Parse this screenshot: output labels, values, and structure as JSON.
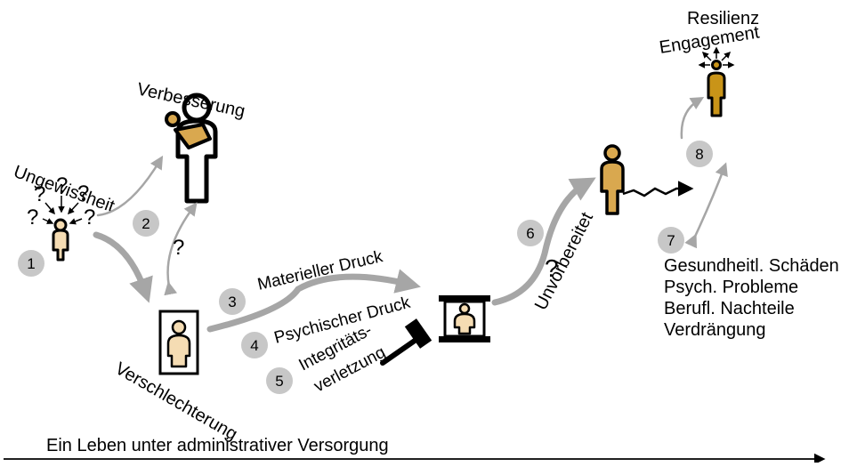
{
  "labels": {
    "ungewissheit": "Ungewissheit",
    "verbesserung": "Verbesserung",
    "verschlechterung": "Verschlechterung",
    "materieller_druck": "Materieller Druck",
    "psychischer_druck": "Psychischer Druck",
    "integritaet_line1": "Integritäts-",
    "integritaet_line2": "verletzung",
    "unvorbereitet": "Unvorbereitet",
    "resilienz": "Resilienz",
    "engagement": "Engagement",
    "question_mark": "?"
  },
  "outcomes": [
    "Gesundheitl. Schäden",
    "Psych. Probleme",
    "Berufl. Nachteile",
    "Verdrängung"
  ],
  "steps": [
    "1",
    "2",
    "3",
    "4",
    "5",
    "6",
    "7",
    "8"
  ],
  "timeline": "Ein Leben unter administrativer Versorgung",
  "colors": {
    "figure_light": "#f5dcb3",
    "figure_gold": "#d9a84f",
    "figure_dark_gold": "#c99418",
    "arrow_gray": "#a6a6a6",
    "step_circle": "#c7c7c7"
  }
}
